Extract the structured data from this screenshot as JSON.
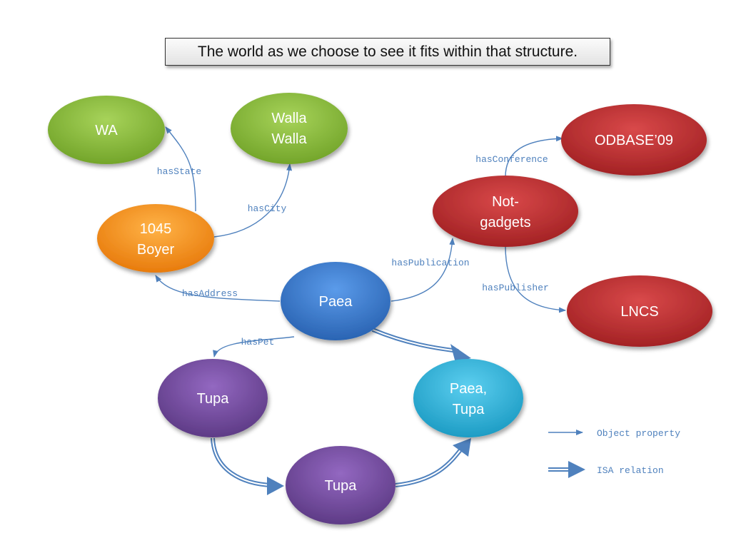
{
  "title": "The world as we choose to see it fits within that structure.",
  "colors": {
    "green": "#8bbc3b",
    "orange": "#f7941d",
    "red": "#c0302e",
    "blue": "#3d7fcf",
    "purple": "#7a52a3",
    "cyan": "#33b7dd",
    "link": "#4f81bd"
  },
  "nodes": {
    "wa": "WA",
    "walla1": "Walla",
    "walla2": "Walla",
    "boyer1": "1045",
    "boyer2": "Boyer",
    "odbase": "ODBASE’09",
    "notgadgets1": "Not-",
    "notgadgets2": "gadgets",
    "lncs": "LNCS",
    "paea": "Paea",
    "tupa_top": "Tupa",
    "tupa_bottom": "Tupa",
    "paeatupa1": "Paea,",
    "paeatupa2": "Tupa"
  },
  "edges": {
    "hasState": "hasState",
    "hasCity": "hasCity",
    "hasAddress": "hasAddress",
    "hasPet": "hasPet",
    "hasPublication": "hasPublication",
    "hasConference": "hasConference",
    "hasPublisher": "hasPublisher"
  },
  "legend": {
    "object_property": "Object property",
    "isa_relation": "ISA relation"
  }
}
